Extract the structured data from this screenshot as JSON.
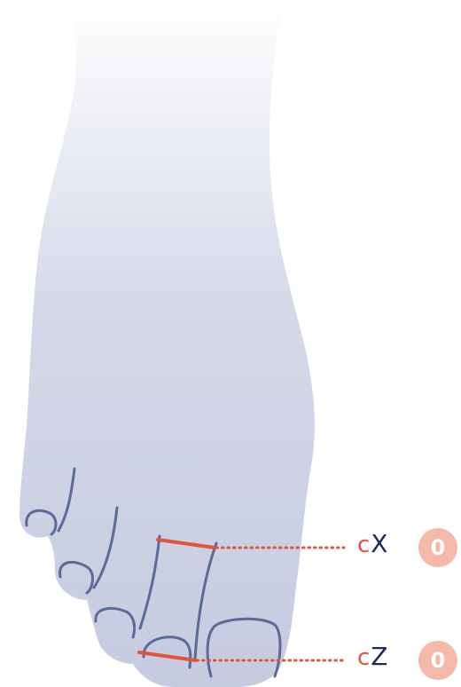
{
  "colors": {
    "foot_fill_top": "#ffffff",
    "foot_fill_bottom": "#c6cbe0",
    "outline": "#5c6a99",
    "accent": "#e2533b",
    "label_dark": "#1d2a5e",
    "badge": "#f4b9a8"
  },
  "measurements": [
    {
      "id": "cX",
      "prefix": "c",
      "letter": "X",
      "badge_text": "0"
    },
    {
      "id": "cZ",
      "prefix": "c",
      "letter": "Z",
      "badge_text": "0"
    }
  ]
}
